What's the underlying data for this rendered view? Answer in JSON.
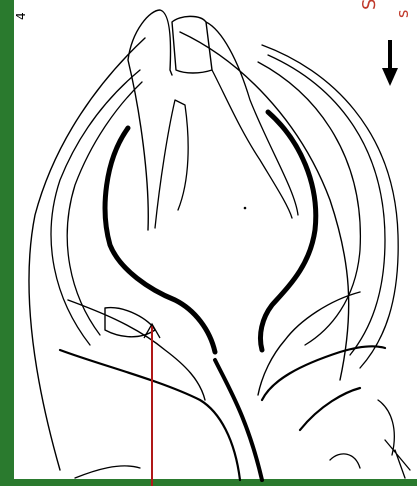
{
  "labels": {
    "corner_mark": "4",
    "orientation_letter": "S",
    "orientation_letter_2": "s"
  },
  "colors": {
    "band": "#2a7a2e",
    "ink": "#000000",
    "pointer": "#b01818",
    "label": "#c0392b"
  },
  "icons": {
    "orientation_arrow": "arrow-down-icon",
    "pointer": "arrow-up-icon"
  }
}
